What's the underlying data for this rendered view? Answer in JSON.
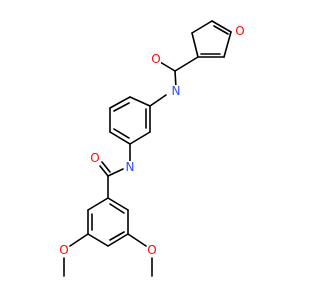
{
  "colors": {
    "bond": "#000000",
    "oxygen": "#ff0d0d",
    "nitrogen": "#3050f8",
    "background": "#ffffff"
  },
  "atoms": [
    {
      "id": "a1",
      "label": "O",
      "element": "O"
    },
    {
      "id": "a2",
      "label": "N",
      "element": "N"
    },
    {
      "id": "a3",
      "label": "O",
      "element": "O"
    },
    {
      "id": "a4",
      "label": "O",
      "element": "O"
    },
    {
      "id": "a5",
      "label": "N",
      "element": "N"
    },
    {
      "id": "a6",
      "label": "O",
      "element": "O"
    },
    {
      "id": "a7",
      "label": "O",
      "element": "O"
    }
  ]
}
